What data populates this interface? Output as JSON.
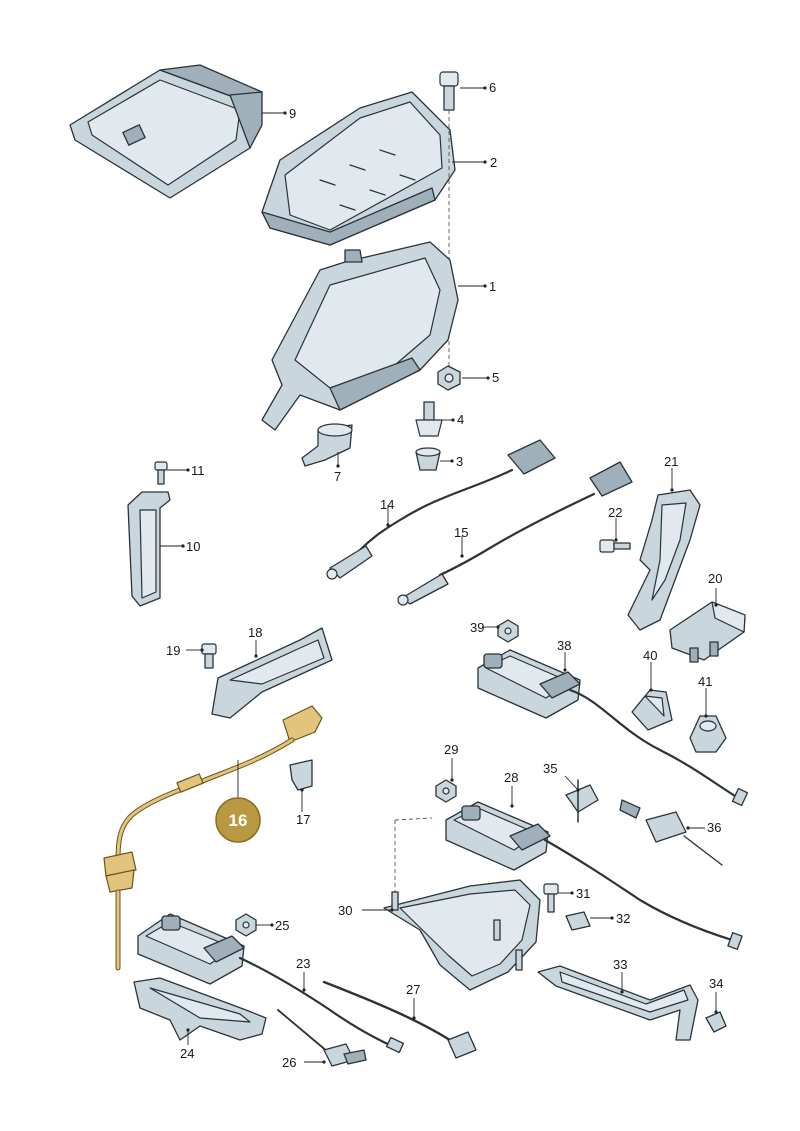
{
  "callouts": [
    {
      "id": "c1",
      "text": "1"
    },
    {
      "id": "c2",
      "text": "2"
    },
    {
      "id": "c3",
      "text": "3"
    },
    {
      "id": "c4",
      "text": "4"
    },
    {
      "id": "c5",
      "text": "5"
    },
    {
      "id": "c6",
      "text": "6"
    },
    {
      "id": "c7",
      "text": "7"
    },
    {
      "id": "c9",
      "text": "9"
    },
    {
      "id": "c10",
      "text": "10"
    },
    {
      "id": "c11",
      "text": "11"
    },
    {
      "id": "c14",
      "text": "14"
    },
    {
      "id": "c15",
      "text": "15"
    },
    {
      "id": "c16",
      "text": "16"
    },
    {
      "id": "c17",
      "text": "17"
    },
    {
      "id": "c18",
      "text": "18"
    },
    {
      "id": "c19",
      "text": "19"
    },
    {
      "id": "c20",
      "text": "20"
    },
    {
      "id": "c21",
      "text": "21"
    },
    {
      "id": "c22",
      "text": "22"
    },
    {
      "id": "c23",
      "text": "23"
    },
    {
      "id": "c24",
      "text": "24"
    },
    {
      "id": "c25",
      "text": "25"
    },
    {
      "id": "c26",
      "text": "26"
    },
    {
      "id": "c27",
      "text": "27"
    },
    {
      "id": "c28",
      "text": "28"
    },
    {
      "id": "c29",
      "text": "29"
    },
    {
      "id": "c30",
      "text": "30"
    },
    {
      "id": "c31",
      "text": "31"
    },
    {
      "id": "c32",
      "text": "32"
    },
    {
      "id": "c33",
      "text": "33"
    },
    {
      "id": "c34",
      "text": "34"
    },
    {
      "id": "c35",
      "text": "35"
    },
    {
      "id": "c36",
      "text": "36"
    },
    {
      "id": "c38",
      "text": "38"
    },
    {
      "id": "c39",
      "text": "39"
    },
    {
      "id": "c40",
      "text": "40"
    },
    {
      "id": "c41",
      "text": "41"
    }
  ],
  "highlight": {
    "text": "16",
    "color": "#b89840"
  },
  "colors": {
    "part_fill": "#c9d6de",
    "outline": "#2a3338",
    "highlight_part": "#e2c47c"
  }
}
